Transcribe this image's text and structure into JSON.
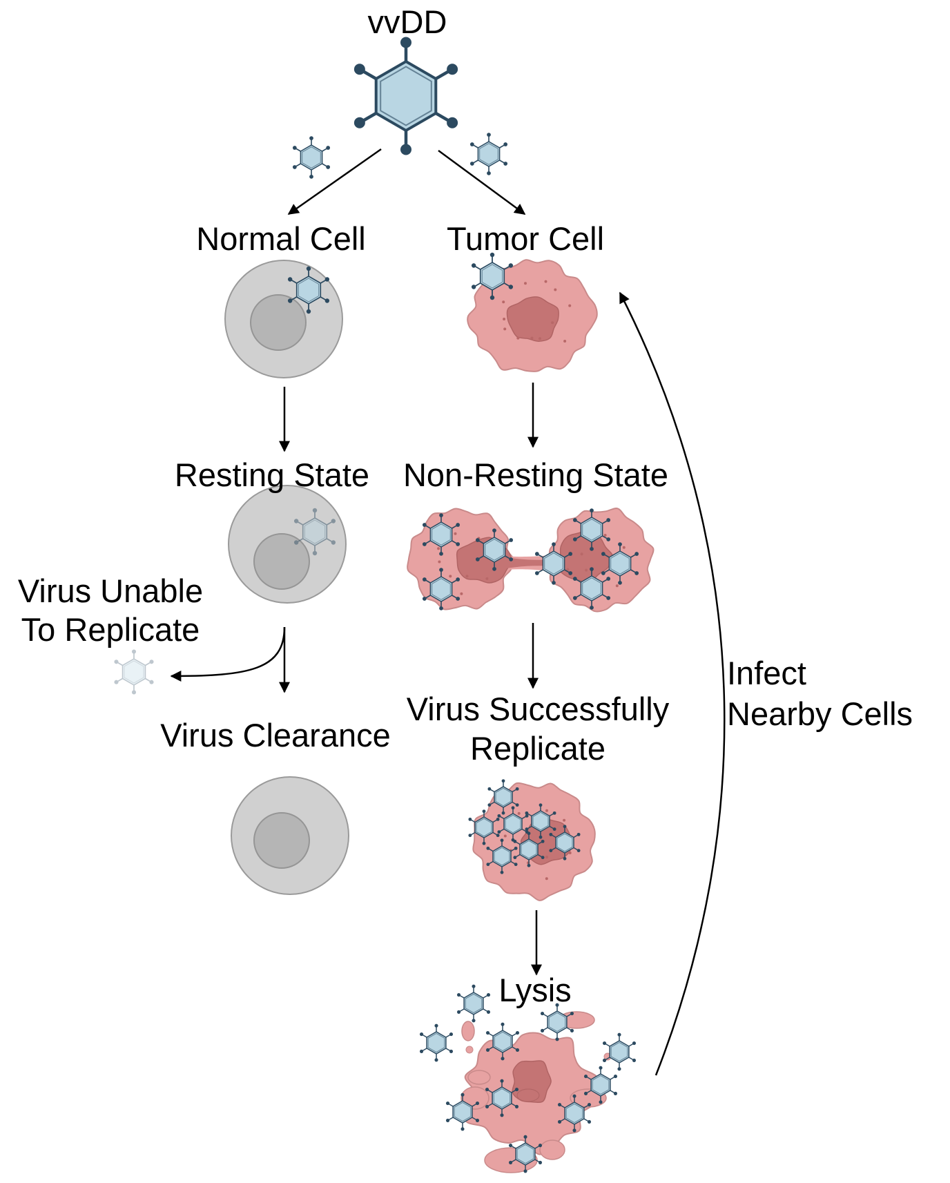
{
  "title": "vvDD",
  "normal_branch": {
    "cell_label": "Normal Cell",
    "state_label": "Resting State",
    "side_label_line1": "Virus Unable",
    "side_label_line2": "To Replicate",
    "result_label": "Virus Clearance"
  },
  "tumor_branch": {
    "cell_label": "Tumor Cell",
    "state_label": "Non-Resting State",
    "replicate_line1": "Virus Successfully",
    "replicate_line2": "Replicate",
    "lysis_label": "Lysis"
  },
  "loop_label_line1": "Infect",
  "loop_label_line2": "Nearby Cells",
  "colors": {
    "virus_fill": "#b9d6e3",
    "virus_stroke": "#2c4a60",
    "normal_cell_fill": "#d0d0d0",
    "normal_nucleus_fill": "#b5b5b5",
    "tumor_cell_fill": "#e7a2a2",
    "tumor_nucleus_fill": "#c47474",
    "arrow": "#000000"
  }
}
